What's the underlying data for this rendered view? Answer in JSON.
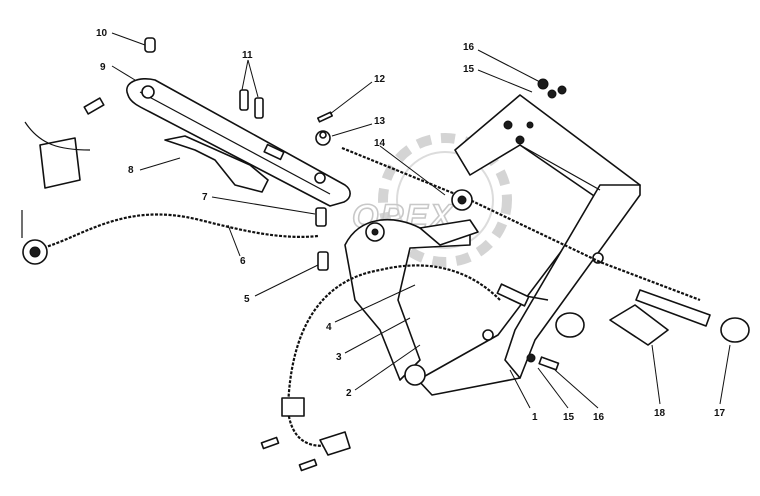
{
  "watermark": "OPEX",
  "callouts": [
    {
      "id": "c10",
      "text": "10"
    },
    {
      "id": "c9",
      "text": "9"
    },
    {
      "id": "c11",
      "text": "11"
    },
    {
      "id": "c12",
      "text": "12"
    },
    {
      "id": "c13",
      "text": "13"
    },
    {
      "id": "c14",
      "text": "14"
    },
    {
      "id": "c16t",
      "text": "16"
    },
    {
      "id": "c15t",
      "text": "15"
    },
    {
      "id": "c8",
      "text": "8"
    },
    {
      "id": "c7",
      "text": "7"
    },
    {
      "id": "c6",
      "text": "6"
    },
    {
      "id": "c5",
      "text": "5"
    },
    {
      "id": "c4",
      "text": "4"
    },
    {
      "id": "c3",
      "text": "3"
    },
    {
      "id": "c2",
      "text": "2"
    },
    {
      "id": "c1",
      "text": "1"
    },
    {
      "id": "c15b",
      "text": "15"
    },
    {
      "id": "c16b",
      "text": "16"
    },
    {
      "id": "c18",
      "text": "18"
    },
    {
      "id": "c17",
      "text": "17"
    }
  ]
}
